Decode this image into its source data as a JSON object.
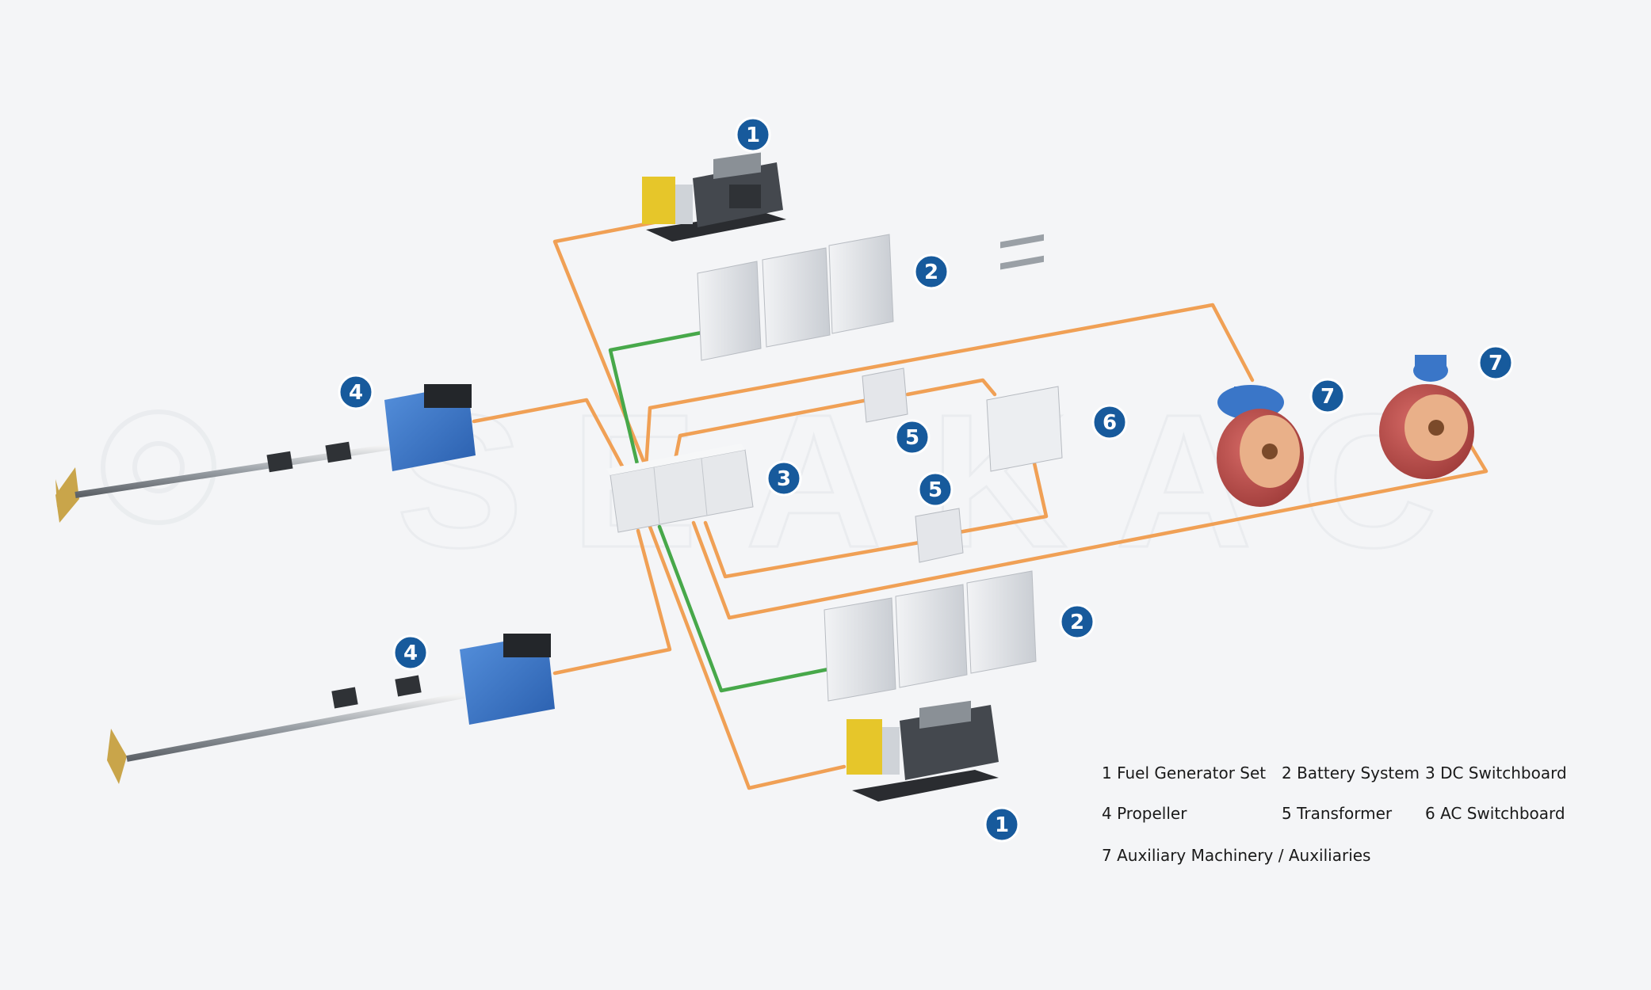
{
  "watermark": "SEAKAC",
  "callouts": {
    "gen_top": "1",
    "bat_top": "2",
    "dc_switchboard": "3",
    "prop_top": "4",
    "transformer_a": "5",
    "transformer_b": "5",
    "ac_switchboard": "6",
    "aux_mid": "7",
    "aux_right": "7",
    "bat_bottom": "2",
    "prop_bottom": "4",
    "gen_bottom": "1"
  },
  "legend": [
    "1 Fuel Generator Set",
    "2 Battery System",
    "3 DC Switchboard",
    "4 Propeller",
    "5 Transformer",
    "6 AC Switchboard",
    "7 Auxiliary Machinery / Auxiliaries"
  ],
  "colors": {
    "power_cable": "#f0a055",
    "dc_cable": "#47a84a",
    "callout_badge": "#175a9c",
    "motor": "#3a76c8",
    "thruster": "#c2504e",
    "equipment": "#dfe2e6"
  }
}
